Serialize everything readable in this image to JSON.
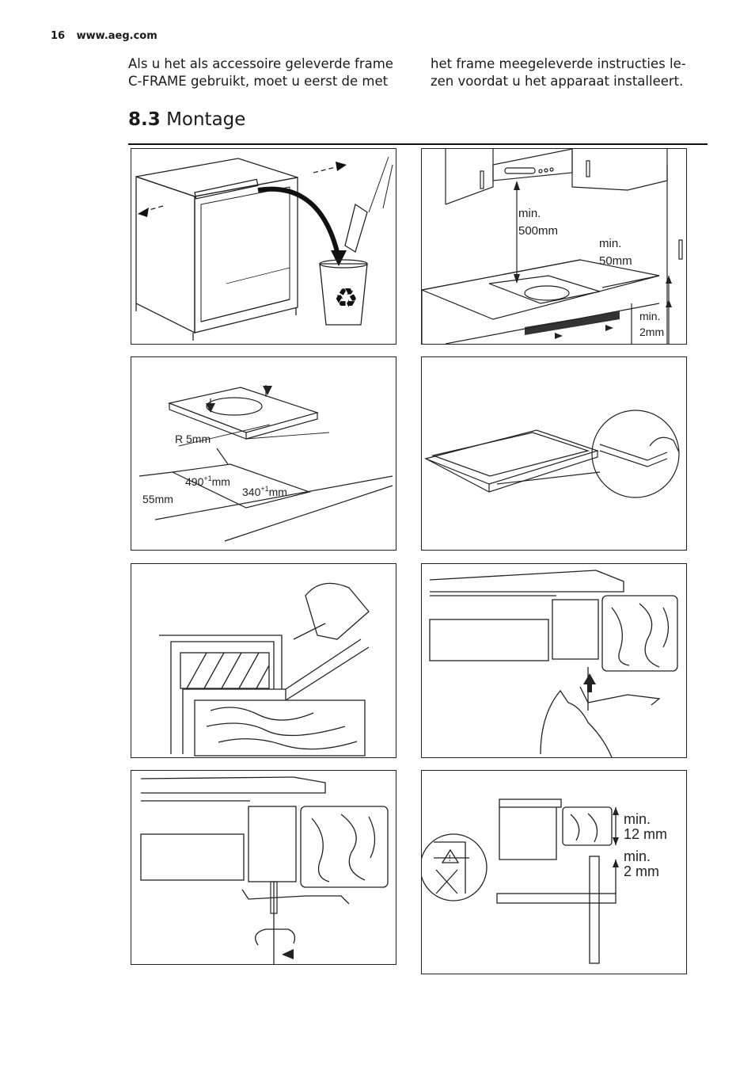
{
  "header": {
    "page_number": "16",
    "url": "www.aeg.com"
  },
  "intro": {
    "col1": "Als u het als accessoire geleverde frame C-FRAME gebruikt, moet u eerst de met",
    "col2": "het frame meegeleverde instructies le-zen voordat u het apparaat installeert."
  },
  "section": {
    "number": "8.3",
    "title": "Montage"
  },
  "figures": {
    "fig2": {
      "min500_a": "min.",
      "min500_b": "500mm",
      "min50_a": "min.",
      "min50_b": "50mm",
      "min2_a": "min.",
      "min2_b": "2mm"
    },
    "fig3": {
      "radius": "R 5mm",
      "width_val": "490",
      "width_sup": "+1",
      "width_unit": "mm",
      "depth_val": "340",
      "depth_sup": "+1",
      "depth_unit": "mm",
      "edge": "55mm"
    },
    "fig8": {
      "min12_a": "min.",
      "min12_b": "12 mm",
      "min2_a": "min.",
      "min2_b": "2 mm"
    }
  }
}
